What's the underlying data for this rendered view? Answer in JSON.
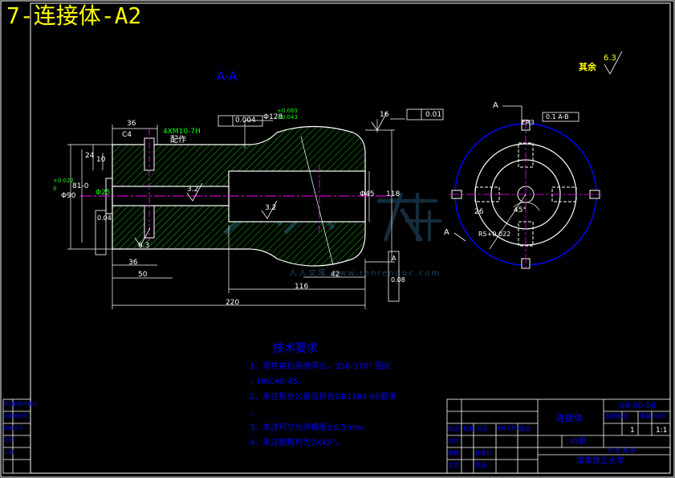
{
  "title": "7-连接体-A2",
  "section_label": "A-A",
  "section_arrow_label": "A",
  "roughness_rest": {
    "label": "其余",
    "value": "6.3"
  },
  "technical_requirements": {
    "title": "技术要求",
    "items": [
      "1、零件进行高频淬火，350-370° 回火",
      "，HRC40-45。",
      "2、未注形状公差应符合GB1184-80要求",
      "。",
      "3、未注尺寸允许偏差±0.5mm。",
      "4、未注倒角均为2X45°。"
    ]
  },
  "dimensions": {
    "d36_top": "36",
    "c4": "C4",
    "thread": "4XM10-7H",
    "thread_note": "配作",
    "d24": "24",
    "d10": "10",
    "d90": "Φ90",
    "d90_tol_upper": "+0.022",
    "d90_tol_lower": "0",
    "d81": "81-0",
    "d25": "Φ25",
    "flat": "0.004",
    "bore128": "Φ128",
    "bore128_tol_upper": "+0.069",
    "bore128_tol_lower": "+0.043",
    "r16": "16",
    "flat2": "0.01",
    "d45": "Φ45",
    "d118": "118",
    "r32a": "3.2",
    "r32b": "3.2",
    "r63": "6.3",
    "d36_bot": "36",
    "d50": "50",
    "d116": "116",
    "d42": "42",
    "d220": "220",
    "runout": "0.04",
    "perp": "0.08",
    "datum": "A",
    "right_sym": "0.1 A-B",
    "right_er3": "ER3",
    "right_45": "45°",
    "right_26": "26",
    "right_tol": "R5+0.022"
  },
  "title_block": {
    "part_name": "连接体",
    "drawing_number": "09-00-08",
    "material": "45钢",
    "school": "渭南理工大学",
    "scale": "1:1",
    "quantity": "1",
    "headers": [
      "阶段标记",
      "重量",
      "比例"
    ],
    "rows": [
      "标记",
      "处数",
      "分区",
      "更改文件号",
      "签名",
      "年月日"
    ],
    "roles": [
      "设计",
      "审核",
      "工艺",
      "标准化",
      "批准"
    ],
    "sheet": "共 张 第 张"
  },
  "left_block": [
    "借(通)用件登记",
    "旧底图总号",
    "底图总号",
    "签字",
    "日期"
  ],
  "watermark": "人人文库 www.renrendoc.com"
}
